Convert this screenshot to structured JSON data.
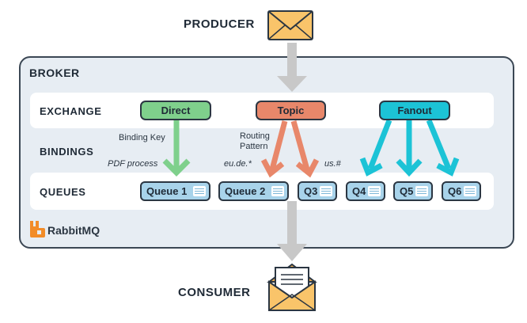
{
  "producer_label": "PRODUCER",
  "consumer_label": "CONSUMER",
  "broker_label": "BROKER",
  "rows": {
    "exchange": "EXCHANGE",
    "bindings": "BINDINGS",
    "queues": "QUEUES"
  },
  "exchanges": {
    "direct": "Direct",
    "topic": "Topic",
    "fanout": "Fanout"
  },
  "binding_texts": {
    "binding_key": "Binding Key",
    "pdf_process": "PDF process",
    "routing_pattern_line1": "Routing",
    "routing_pattern_line2": "Pattern",
    "eu_de": "eu.de.*",
    "us": "us.#"
  },
  "queues": {
    "q1": "Queue 1",
    "q2": "Queue 2",
    "q3": "Q3",
    "q4": "Q4",
    "q5": "Q5",
    "q6": "Q6"
  },
  "brand": "RabbitMQ",
  "colors": {
    "direct": "#7fd08c",
    "topic": "#e8876a",
    "fanout": "#1cc3d6",
    "queue": "#a8d3ea",
    "broker_bg": "#e7edf3",
    "envelope": "#f9c46a",
    "gray_arrow": "#c8c8c8",
    "rabbitmq_orange": "#f28c28"
  },
  "icons": [
    "envelope-icon",
    "open-envelope-letter-icon",
    "rabbitmq-logo-icon",
    "queue-list-icon"
  ]
}
